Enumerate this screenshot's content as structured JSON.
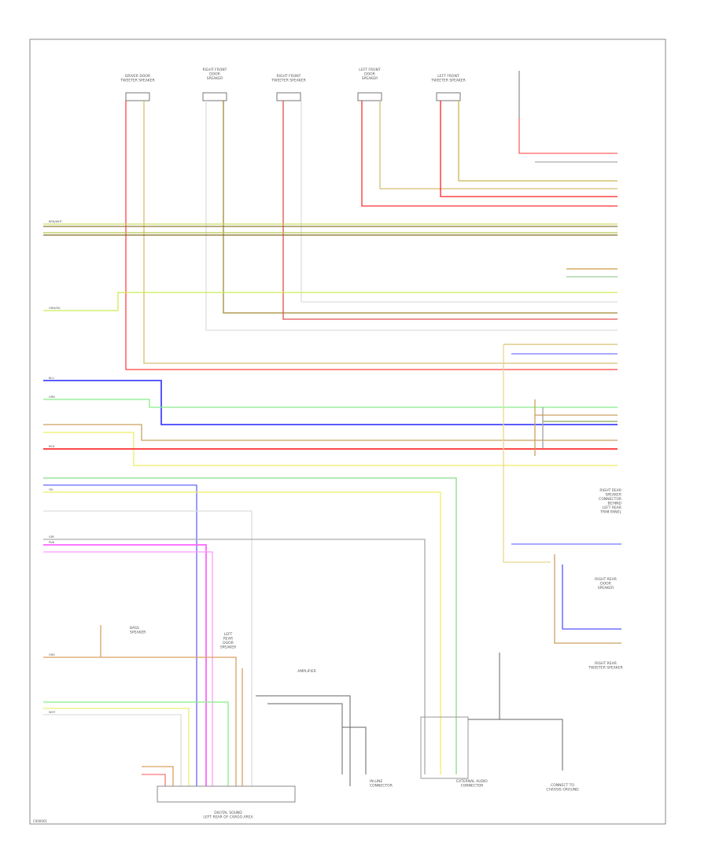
{
  "labels": {
    "speaker_1": "DRIVER DOOR\nTWEETER SPEAKER",
    "speaker_2": "RIGHT FRONT\nDOOR\nSPEAKER",
    "speaker_3": "RIGHT FRONT\nTWEETER SPEAKER",
    "speaker_4": "LEFT FRONT\nDOOR\nSPEAKER",
    "speaker_5": "LEFT FRONT\nTWEETER SPEAKER",
    "left_rear_door": "LEFT\nREAR\nDOOR\nSPEAKER",
    "right_side_label": "RIGHT REAR\nSPEAKER\nCONNECTOR\nBEHIND\nLEFT REAR\nTRIM PANEL",
    "right_rear_door": "RIGHT REAR\nDOOR\nSPEAKER",
    "right_rear_tweeter": "RIGHT REAR\nTWEETER SPEAKER",
    "amplifier": "DIGITAL SOUND\nLEFT REAR OF CARGO AREA",
    "amp_note": "AMPLIFIER",
    "ext_audio": "EXTERNAL AUDIO\nCONNECTOR",
    "ground": "CONNECT TO\nCHASSIS GROUND",
    "in_line": "IN-LINE\nCONNECTOR",
    "bass_speaker": "BASS\nSPEAKER",
    "footer": "C000001"
  },
  "wire_tags": {
    "brn_wht": "BRN/WHT",
    "grn_yel": "GRN/YEL",
    "blu": "BLU",
    "grn": "GRN",
    "red": "RED",
    "yel": "YEL",
    "gry": "GRY",
    "pnk": "PNK",
    "org": "ORG",
    "wht": "WHT"
  }
}
